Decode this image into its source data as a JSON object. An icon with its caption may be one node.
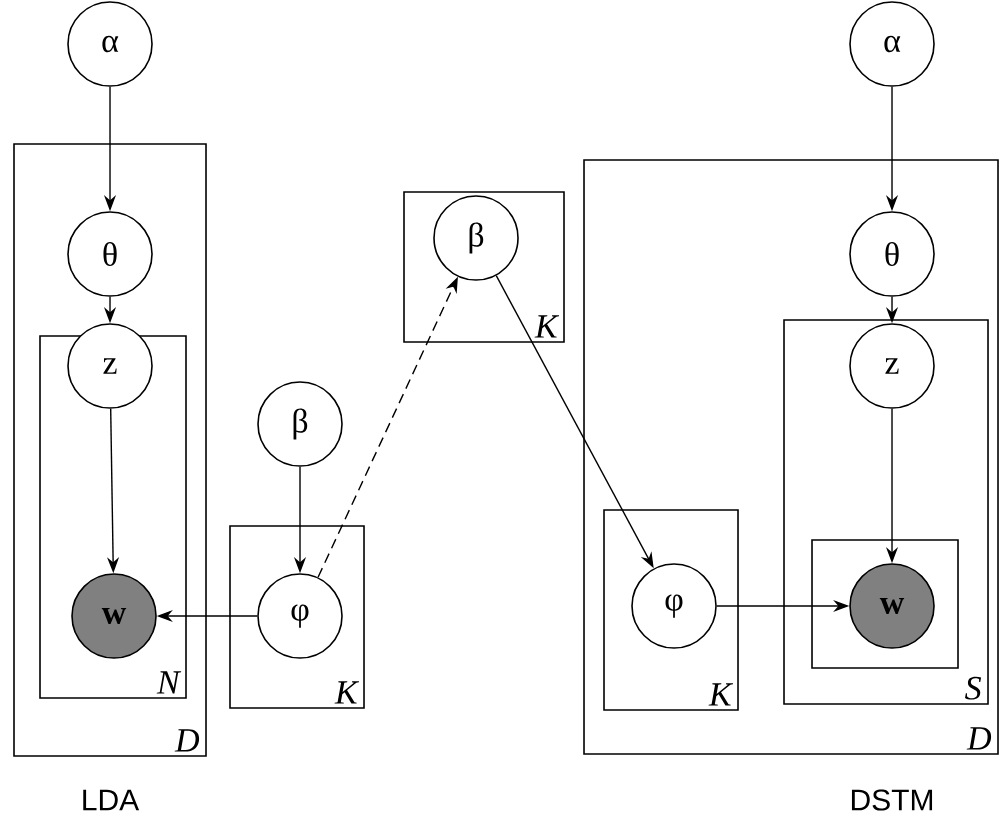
{
  "diagram": {
    "nodes": [
      {
        "text": [
          "α"
        ]
      },
      {
        "text": [
          "D"
        ]
      },
      {
        "text": [
          "θ"
        ],
        "in": 1
      },
      {
        "text": [
          "N"
        ],
        "in": 1
      },
      {
        "text": [
          "z"
        ],
        "in": 3
      },
      {
        "text": [
          "w"
        ],
        "in": 3
      },
      {
        "text": [
          "β"
        ]
      },
      {
        "text": [
          "K"
        ]
      },
      {
        "text": [
          "φ"
        ],
        "in": 7
      },
      {
        "text": [
          "K"
        ]
      },
      {
        "text": [
          "β"
        ],
        "in": 9
      },
      {
        "text": [
          "α"
        ]
      },
      {
        "text": [
          "D"
        ]
      },
      {
        "text": [
          "θ"
        ],
        "in": 12
      },
      {
        "text": [
          "S"
        ],
        "in": 12
      },
      {
        "text": [
          "z"
        ],
        "in": 14
      },
      {
        "text": [],
        "shape": "box",
        "in": 14
      },
      {
        "text": [
          "w"
        ],
        "in": 16
      },
      {
        "text": [
          "K"
        ],
        "in": 12
      },
      {
        "text": [
          "φ"
        ],
        "in": 18
      }
    ],
    "edges": [
      {
        "from": 0,
        "to": 2,
        "arrow": "to"
      },
      {
        "from": 2,
        "to": 4,
        "arrow": "to"
      },
      {
        "from": 4,
        "to": 5,
        "arrow": "to"
      },
      {
        "from": 6,
        "to": 8,
        "arrow": "to"
      },
      {
        "from": 8,
        "to": 5,
        "arrow": "to"
      },
      {
        "from": 8,
        "to": 10,
        "arrow": "to",
        "style": "dashed"
      },
      {
        "from": 10,
        "to": 19,
        "arrow": "to"
      },
      {
        "from": 11,
        "to": 13,
        "arrow": "to"
      },
      {
        "from": 13,
        "to": 15,
        "arrow": "to"
      },
      {
        "from": 15,
        "to": 17,
        "arrow": "to"
      },
      {
        "from": 19,
        "to": 17,
        "arrow": "to"
      }
    ],
    "labels": [
      "LDA",
      "DSTM"
    ]
  }
}
